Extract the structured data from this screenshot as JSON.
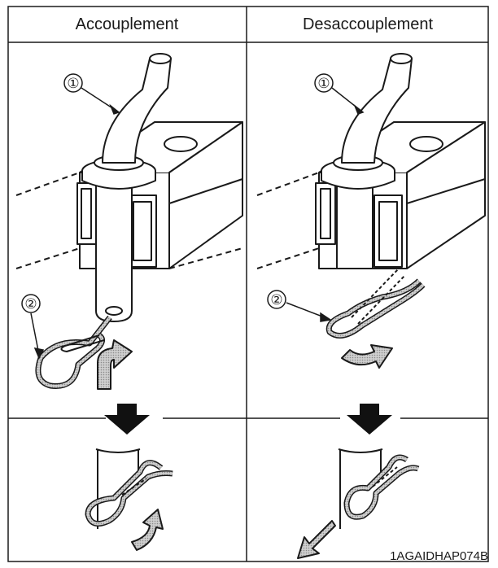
{
  "headers": {
    "left": "Accouplement",
    "right": "Desaccouplement"
  },
  "callouts": {
    "one": "①",
    "two": "②"
  },
  "figure_code": "1AGAIDHAP074B",
  "colors": {
    "line": "#1a1a1a",
    "fill_gray": "#bdbdbd",
    "fill_light": "#e8e8e8",
    "arrow_black": "#111111"
  },
  "icons": [
    "down-arrow-icon",
    "curved-arrow-icon",
    "rotate-arrow-icon",
    "diagonal-arrow-icon"
  ]
}
